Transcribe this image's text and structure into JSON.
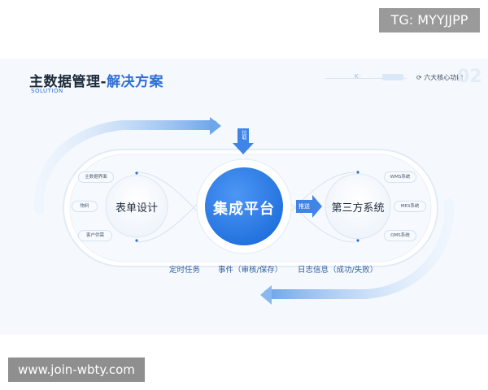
{
  "header": {
    "title_main": "主数据管理-",
    "title_accent": "解决方案",
    "subtitle": "SOLUTION",
    "section_label": "六大核心功能",
    "section_number": "02"
  },
  "diagram": {
    "left_node": "表单设计",
    "left_items": [
      "主数据界面",
      "物料",
      "客户供需"
    ],
    "center_node": "集成平台",
    "pull_label": "拉取",
    "push_label": "推送",
    "right_node": "第三方系统",
    "right_items": [
      "WMS系统",
      "MES系统",
      "OMS系统"
    ],
    "bottom_labels": [
      "定时任务",
      "事件（审核/保存）",
      "日志信息（成功/失败）"
    ]
  },
  "watermarks": {
    "tg": "TG: MYYJJPP",
    "site": "www.join-wbty.com"
  },
  "colors": {
    "accent": "#2f6fd6",
    "center": "#2d7de8",
    "arrow": "#8ab8ee"
  }
}
